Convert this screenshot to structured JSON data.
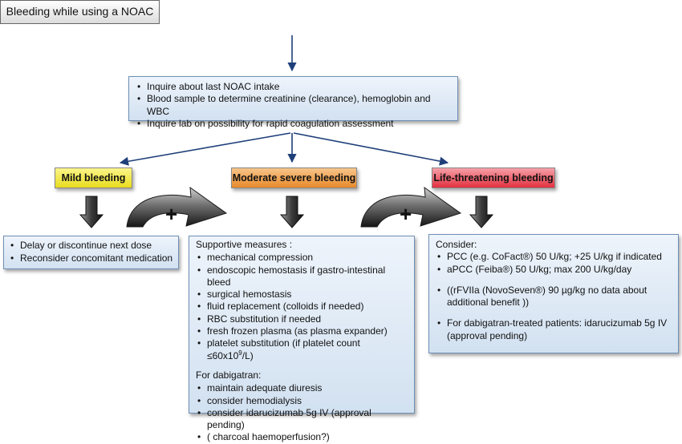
{
  "title": "Bleeding while using a NOAC",
  "inquire": [
    "Inquire about last NOAC intake",
    "Blood sample to determine creatinine (clearance), hemoglobin and WBC",
    "Inquire lab on possibility for rapid coagulation assessment"
  ],
  "severity": {
    "mild": "Mild bleeding",
    "moderate": "Moderate severe bleeding",
    "life": "Life-threatening bleeding"
  },
  "plus": "+",
  "mild_actions": [
    "Delay or discontinue next dose",
    "Reconsider concomitant medication"
  ],
  "moderate": {
    "heading": "Supportive measures :",
    "items": [
      "mechanical compression",
      "endoscopic hemostasis if gastro-intestinal bleed",
      "surgical hemostasis",
      "fluid replacement (colloids if needed)",
      "RBC substitution if needed",
      "fresh frozen plasma (as plasma expander)"
    ],
    "platelet_text": "platelet substitution (if platelet count ≤60x10",
    "platelet_sup": "9",
    "platelet_end": "/L)",
    "dabigatran_heading": "For dabigatran:",
    "dabigatran_items": [
      "maintain adequate diuresis",
      "consider hemodialysis",
      "consider idarucizumab 5g IV (approval pending)",
      "( charcoal haemoperfusion?)"
    ]
  },
  "life": {
    "heading": "Consider:",
    "items": [
      "PCC (e.g. CoFact®) 50 U/kg; +25 U/kg if indicated",
      "aPCC (Feiba®) 50 U/kg; max 200 U/kg/day"
    ],
    "rfvii": "((rFVIIa (NovoSeven®) 90 µg/kg  no data about additional benefit ))",
    "dabigatran": "For dabigatran-treated patients: idarucizumab 5g IV (approval pending)"
  }
}
